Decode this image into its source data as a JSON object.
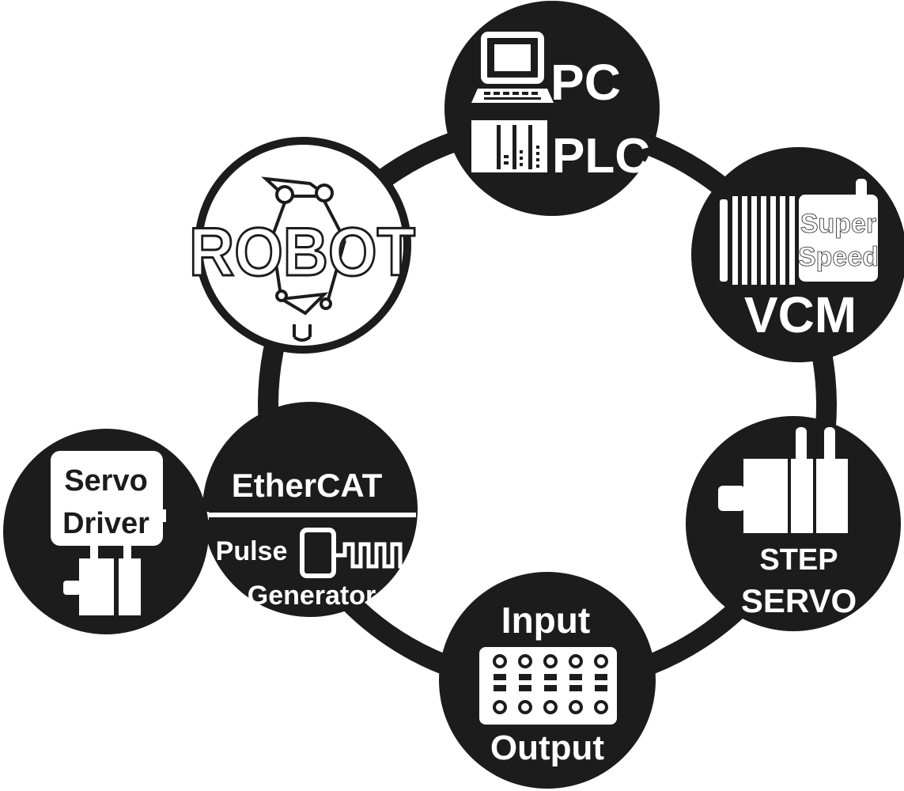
{
  "colors": {
    "node": "#1c1c1c",
    "ring": "#1c1c1c",
    "background": "#ffffff",
    "icon": "#ffffff"
  },
  "nodes": {
    "pc_plc": {
      "line1": "PC",
      "line2": "PLC",
      "icons": [
        "computer-icon",
        "plc-rack-icon"
      ]
    },
    "vcm": {
      "badge_line1": "Super",
      "badge_line2": "Speed",
      "label": "VCM",
      "icons": [
        "voice-coil-motor-icon"
      ]
    },
    "step_servo": {
      "line1": "STEP",
      "line2": "SERVO",
      "icons": [
        "motor-icon"
      ]
    },
    "io": {
      "top": "Input",
      "bottom": "Output",
      "icons": [
        "terminal-block-icon"
      ]
    },
    "ethercat": {
      "top": "EtherCAT",
      "bottom_line1": "Pulse",
      "bottom_line2": "Generator",
      "icons": [
        "pulse-waveform-icon"
      ]
    },
    "servo_driver": {
      "line1": "Servo",
      "line2": "Driver",
      "icons": [
        "servo-motor-icon"
      ]
    },
    "robot": {
      "label": "ROBOT",
      "icons": [
        "delta-robot-icon"
      ]
    }
  }
}
